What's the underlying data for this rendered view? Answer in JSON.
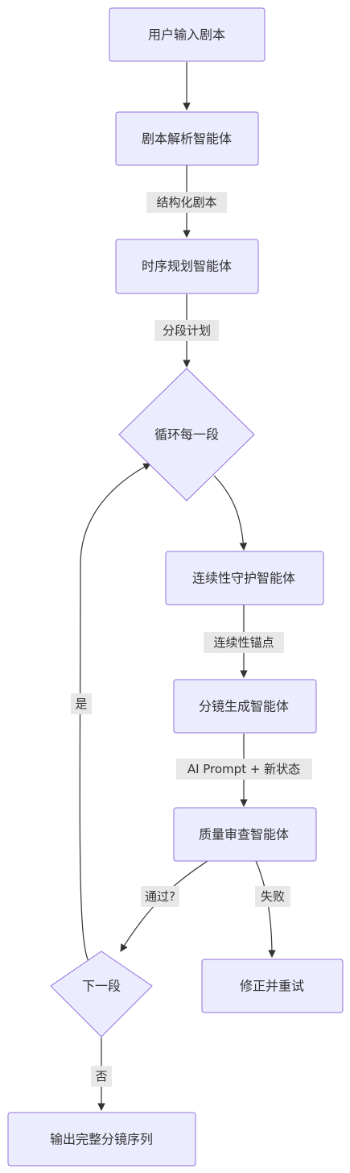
{
  "nodes": {
    "input": "用户输入剧本",
    "parse": "剧本解析智能体",
    "plan": "时序规划智能体",
    "loop": "循环每一段",
    "guard": "连续性守护智能体",
    "storyboard": "分镜生成智能体",
    "review": "质量审查智能体",
    "fix": "修正并重试",
    "next": "下一段",
    "output": "输出完整分镜序列"
  },
  "edges": {
    "structured": "结构化剧本",
    "plan_segments": "分段计划",
    "anchors": "连续性锚点",
    "prompt": "AI Prompt + 新状态",
    "pass": "通过?",
    "fail": "失败",
    "yes": "是",
    "no": "否"
  },
  "colors": {
    "node_fill": "#ECECFF",
    "node_stroke": "#9370DB",
    "edge": "#333333",
    "label_bg": "#e8e8e8"
  }
}
